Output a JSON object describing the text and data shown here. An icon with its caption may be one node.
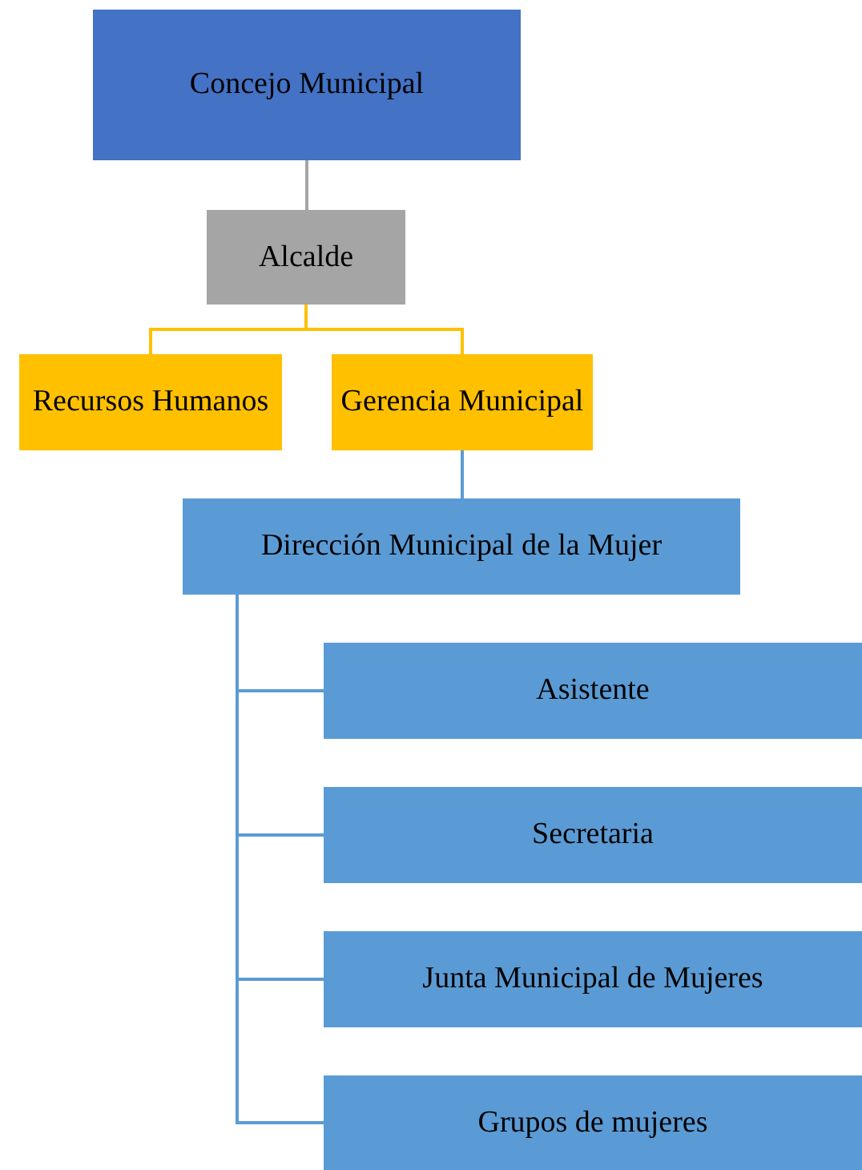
{
  "diagram": {
    "nodes": [
      {
        "text": [
          "Concejo Municipal"
        ]
      },
      {
        "text": [
          "Alcalde"
        ]
      },
      {
        "text": [
          "Recursos Humanos"
        ]
      },
      {
        "text": [
          "Gerencia Municipal"
        ]
      },
      {
        "text": [
          "Dirección Municipal de la Mujer"
        ]
      },
      {
        "text": [
          "Asistente"
        ]
      },
      {
        "text": [
          "Secretaria"
        ]
      },
      {
        "text": [
          "Junta Municipal de Mujeres"
        ]
      },
      {
        "text": [
          "Grupos de mujeres"
        ]
      }
    ],
    "edges": [
      {
        "from": 0,
        "to": 1,
        "arrow": "none",
        "color": "#a5a5a5"
      },
      {
        "from": 1,
        "to": 2,
        "arrow": "none",
        "color": "#ffc000"
      },
      {
        "from": 1,
        "to": 3,
        "arrow": "none",
        "color": "#ffc000"
      },
      {
        "from": 3,
        "to": 4,
        "arrow": "none"
      },
      {
        "from": 4,
        "to": 5,
        "arrow": "none"
      },
      {
        "from": 4,
        "to": 6,
        "arrow": "none"
      },
      {
        "from": 4,
        "to": 7,
        "arrow": "none"
      },
      {
        "from": 4,
        "to": 8,
        "arrow": "none"
      }
    ]
  }
}
